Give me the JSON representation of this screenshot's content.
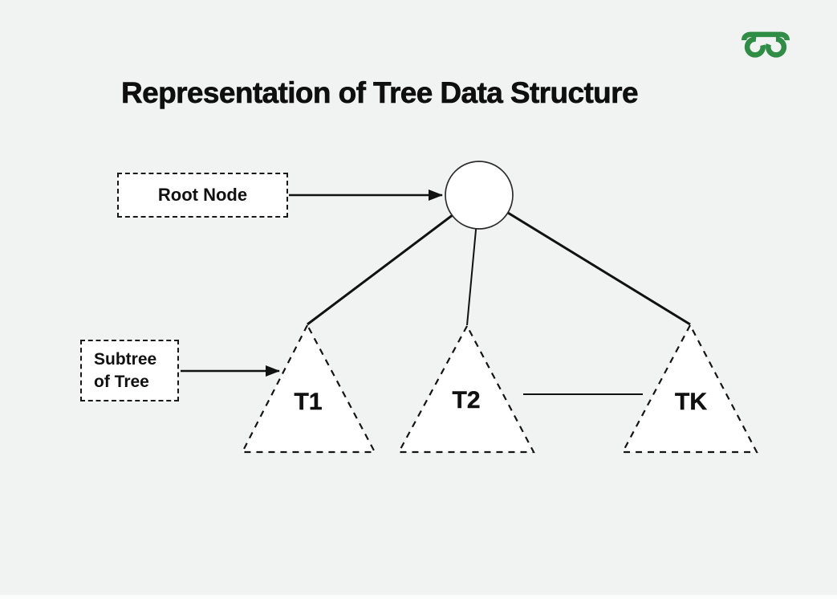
{
  "page": {
    "title": "Representation of Tree Data Structure",
    "background_color": "#f1f2f2"
  },
  "logo": {
    "name": "GeeksforGeeks",
    "color": "#2f8d46"
  },
  "diagram": {
    "callouts": [
      {
        "label": "Root Node"
      },
      {
        "label": "Subtree of Tree"
      }
    ],
    "root_node": {
      "shape": "circle",
      "label": ""
    },
    "subtrees": [
      {
        "label": "T1"
      },
      {
        "label": "T2"
      },
      {
        "label": "TK"
      }
    ],
    "colors": {
      "line": "#111111",
      "shape_fill": "#ffffff",
      "text": "#111111"
    }
  }
}
